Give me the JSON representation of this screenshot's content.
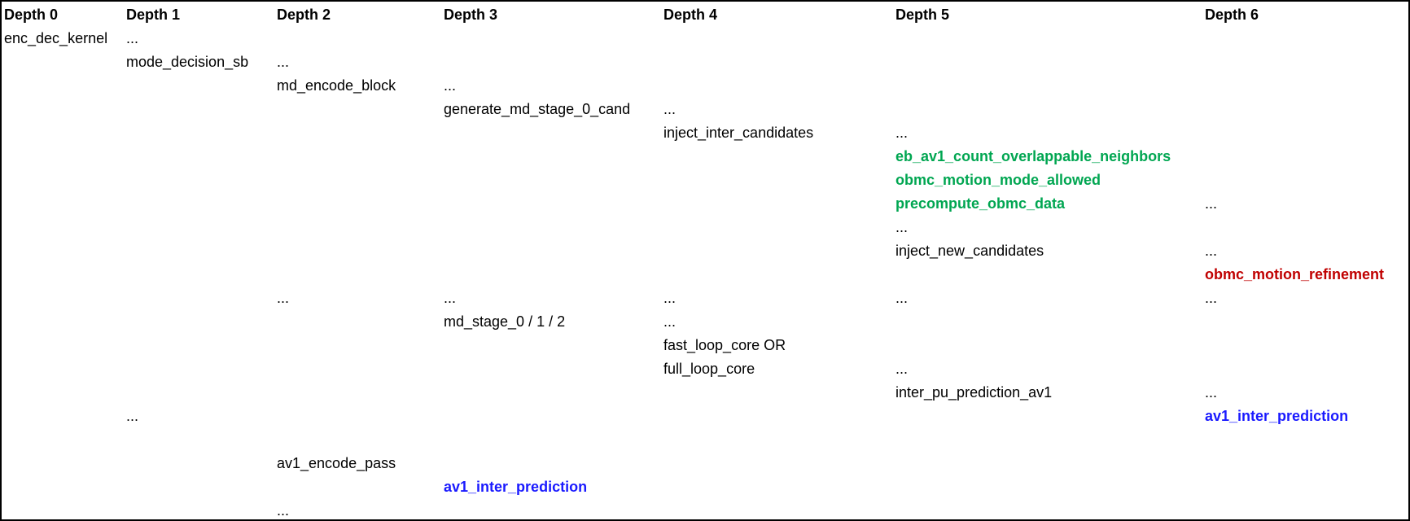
{
  "table": {
    "headers": [
      "Depth 0",
      "Depth 1",
      "Depth 2",
      "Depth 3",
      "Depth 4",
      "Depth 5",
      "Depth 6"
    ],
    "rows": [
      {
        "cells": [
          {
            "col": 0,
            "text": "enc_dec_kernel"
          },
          {
            "col": 1,
            "text": "..."
          }
        ]
      },
      {
        "cells": [
          {
            "col": 1,
            "text": "mode_decision_sb"
          },
          {
            "col": 2,
            "text": "..."
          }
        ]
      },
      {
        "cells": [
          {
            "col": 2,
            "text": "md_encode_block"
          },
          {
            "col": 3,
            "text": "..."
          }
        ]
      },
      {
        "cells": [
          {
            "col": 3,
            "text": "generate_md_stage_0_cand"
          },
          {
            "col": 4,
            "text": "..."
          }
        ]
      },
      {
        "cells": [
          {
            "col": 4,
            "text": "inject_inter_candidates"
          },
          {
            "col": 5,
            "text": "..."
          }
        ]
      },
      {
        "cells": [
          {
            "col": 5,
            "text": "eb_av1_count_overlappable_neighbors",
            "color": "green"
          }
        ]
      },
      {
        "cells": [
          {
            "col": 5,
            "text": "obmc_motion_mode_allowed",
            "color": "green"
          }
        ]
      },
      {
        "cells": [
          {
            "col": 5,
            "text": "precompute_obmc_data",
            "color": "green"
          },
          {
            "col": 6,
            "text": "..."
          }
        ]
      },
      {
        "cells": [
          {
            "col": 5,
            "text": "..."
          }
        ]
      },
      {
        "cells": [
          {
            "col": 5,
            "text": "inject_new_candidates"
          },
          {
            "col": 6,
            "text": "..."
          }
        ]
      },
      {
        "cells": [
          {
            "col": 6,
            "text": "obmc_motion_refinement",
            "color": "red"
          }
        ]
      },
      {
        "cells": [
          {
            "col": 2,
            "text": "..."
          },
          {
            "col": 3,
            "text": "..."
          },
          {
            "col": 4,
            "text": "..."
          },
          {
            "col": 5,
            "text": "..."
          },
          {
            "col": 6,
            "text": "..."
          }
        ]
      },
      {
        "cells": [
          {
            "col": 3,
            "text": "md_stage_0 / 1 / 2"
          },
          {
            "col": 4,
            "text": "..."
          }
        ]
      },
      {
        "cells": [
          {
            "col": 4,
            "text": "fast_loop_core OR"
          }
        ]
      },
      {
        "cells": [
          {
            "col": 4,
            "text": "full_loop_core"
          },
          {
            "col": 5,
            "text": "..."
          }
        ]
      },
      {
        "cells": [
          {
            "col": 5,
            "text": "inter_pu_prediction_av1"
          },
          {
            "col": 6,
            "text": "..."
          }
        ]
      },
      {
        "cells": [
          {
            "col": 1,
            "text": "..."
          },
          {
            "col": 6,
            "text": "av1_inter_prediction",
            "color": "blue"
          }
        ]
      },
      {
        "cells": []
      },
      {
        "cells": [
          {
            "col": 2,
            "text": "av1_encode_pass"
          }
        ]
      },
      {
        "cells": [
          {
            "col": 3,
            "text": "av1_inter_prediction",
            "color": "blue"
          }
        ]
      },
      {
        "cells": [
          {
            "col": 2,
            "text": "..."
          }
        ]
      }
    ]
  },
  "colors": {
    "text": "#000000",
    "border": "#000000",
    "green": "#00A651",
    "red": "#C00000",
    "blue": "#1A1AFF"
  }
}
